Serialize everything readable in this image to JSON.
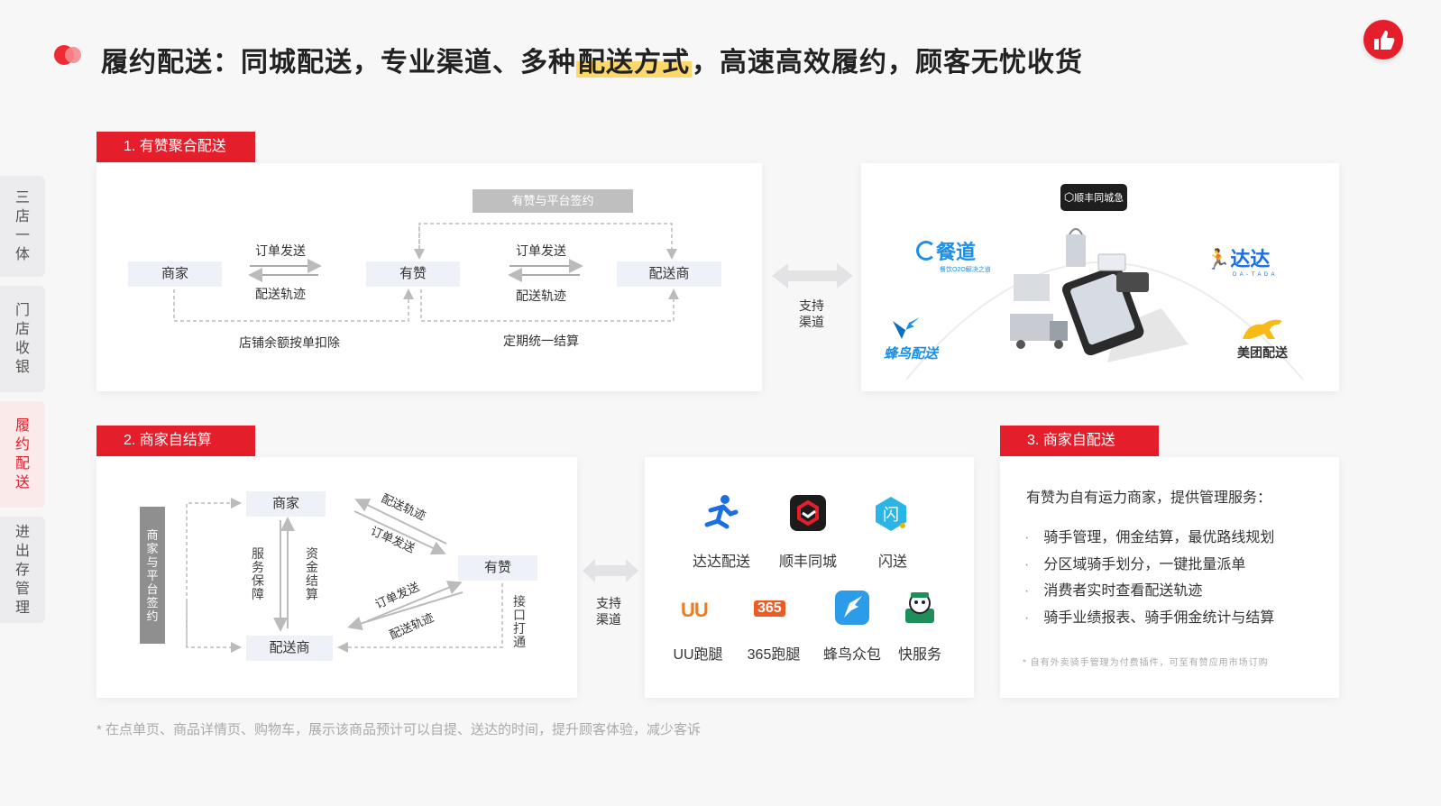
{
  "header": {
    "title_pre": "履约配送：同城配送，专业渠道、多种",
    "title_highlight": "配送方式",
    "title_post": "，高速高效履约，顾客无忧收货"
  },
  "sidebar": {
    "items": [
      {
        "label": "三店一体",
        "chars": [
          "三",
          "店",
          "一",
          "体"
        ],
        "active": false
      },
      {
        "label": "门店收银",
        "chars": [
          "门",
          "店",
          "收",
          "银"
        ],
        "active": false
      },
      {
        "label": "履约配送",
        "chars": [
          "履",
          "约",
          "配",
          "送"
        ],
        "active": true
      },
      {
        "label": "进出存管理",
        "chars": [
          "进",
          "出",
          "存",
          "管",
          "理"
        ],
        "active": false
      }
    ]
  },
  "section1": {
    "tab": "1. 有赞聚合配送",
    "signing": "有赞与平台签约",
    "merchant": "商家",
    "youzan": "有赞",
    "courier": "配送商",
    "order_send_1": "订单发送",
    "track_1": "配送轨迹",
    "order_send_2": "订单发送",
    "track_2": "配送轨迹",
    "deduct": "店铺余额按单扣除",
    "settle": "定期统一结算",
    "support_1": "支持",
    "support_2": "渠道",
    "platforms": {
      "sf": "顺丰同城急送",
      "cando": "餐道",
      "cando_sub": "餐饮O2O解决之道",
      "dada": "达达",
      "dada_sub": "D A - T A D A",
      "fengniao": "蜂鸟配送",
      "meituan": "美团配送"
    }
  },
  "section2": {
    "tab": "2. 商家自结算",
    "signing_v": [
      "商",
      "家",
      "与",
      "平",
      "台",
      "签",
      "约"
    ],
    "merchant": "商家",
    "courier": "配送商",
    "youzan": "有赞",
    "service_v": [
      "服",
      "务",
      "保",
      "障"
    ],
    "fund_v": [
      "资",
      "金",
      "结",
      "算"
    ],
    "api_v": [
      "接",
      "口",
      "打",
      "通"
    ],
    "track_a": "配送轨迹",
    "order_a": "订单发送",
    "order_b": "订单发送",
    "track_b": "配送轨迹",
    "support_1": "支持",
    "support_2": "渠道",
    "channels": [
      {
        "name": "达达配送",
        "icon": "dada-runner-icon"
      },
      {
        "name": "顺丰同城",
        "icon": "sf-logo-icon"
      },
      {
        "name": "闪送",
        "icon": "shansong-icon"
      },
      {
        "name": "UU跑腿",
        "icon": "uu-icon",
        "mark": "UU"
      },
      {
        "name": "365跑腿",
        "icon": "365-icon",
        "mark": "365"
      },
      {
        "name": "蜂鸟众包",
        "icon": "fengniao-icon"
      },
      {
        "name": "快服务",
        "icon": "kuaifuwu-icon"
      }
    ]
  },
  "section3": {
    "tab": "3. 商家自配送",
    "heading": "有赞为自有运力商家，提供管理服务：",
    "bullets": [
      "骑手管理，佣金结算，最优路线规划",
      "分区域骑手划分，一键批量派单",
      "消费者实时查看配送轨迹",
      "骑手业绩报表、骑手佣金统计与结算"
    ],
    "note": "* 自有外卖骑手管理为付费插件，可至有赞应用市场订购"
  },
  "footer": {
    "note": "* 在点单页、商品详情页、购物车，展示该商品预计可以自提、送达的时间，提升顾客体验，减少客诉"
  },
  "colors": {
    "accent": "#e41e2b",
    "highlight": "#ffd86b",
    "box": "#eef1f8",
    "dada_blue": "#1c6fe0"
  }
}
